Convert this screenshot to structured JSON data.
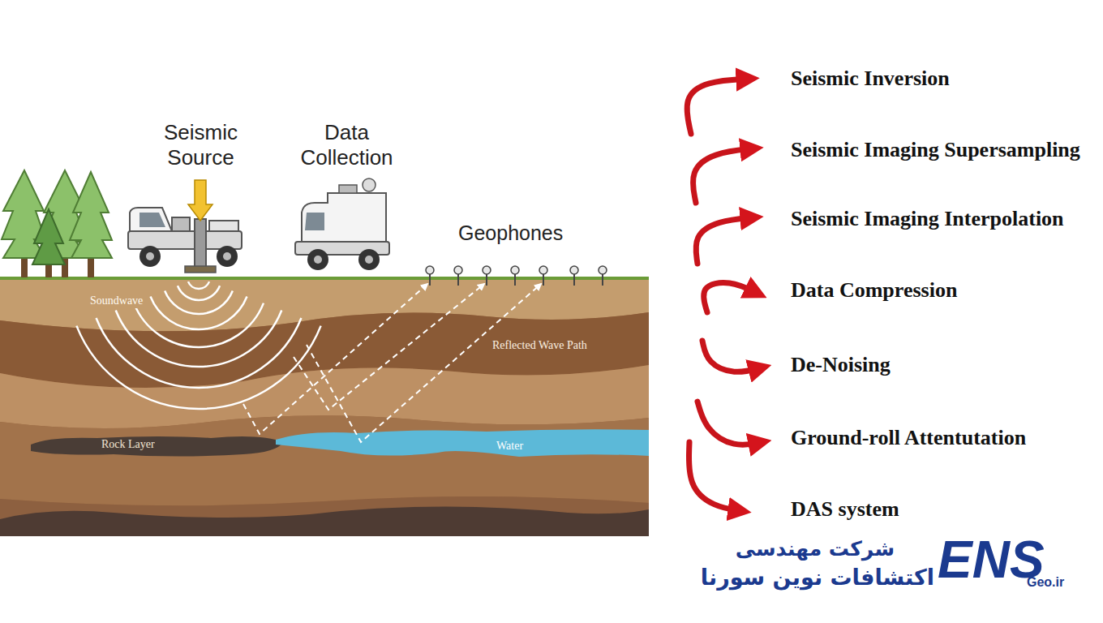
{
  "diagram": {
    "labels": [
      "Seismic Source",
      "Data Collection",
      "Geophones",
      "Soundwave",
      "Reflected Wave Path",
      "Rock Layer",
      "Water",
      "Seismic Inversion",
      "Seismic Imaging Supersampling",
      "Seismic Imaging Interpolation",
      "Data Compression",
      "De-Noising",
      "Ground-roll Attentutation",
      "DAS system",
      "شرکت مهندسی",
      "اکتشافات نوین سورنا",
      "ENS",
      "Geo.ir"
    ]
  }
}
